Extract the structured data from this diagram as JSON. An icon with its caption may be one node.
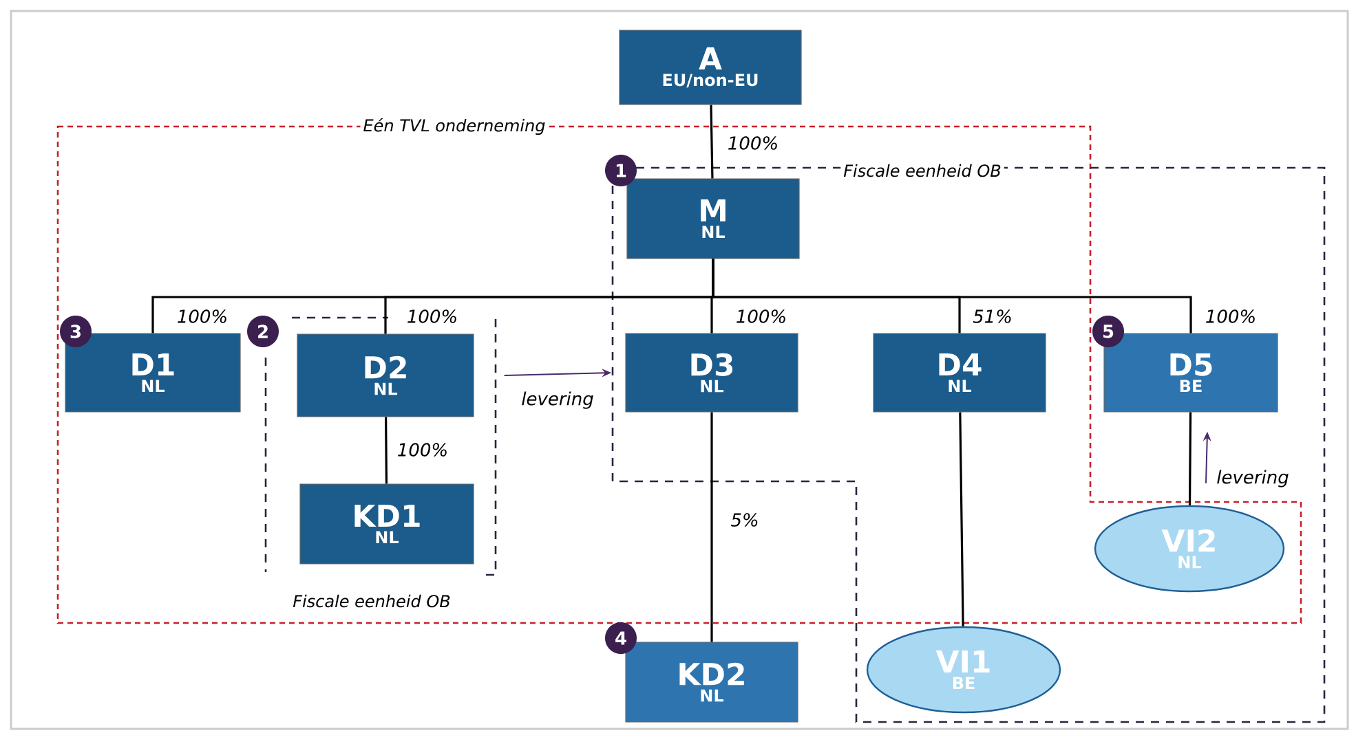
{
  "diagram": {
    "nodes": [
      {
        "text": [
          "A",
          "EU/non-EU"
        ]
      },
      {
        "text": [
          "M",
          "NL"
        ]
      },
      {
        "text": [
          "D1",
          "NL"
        ]
      },
      {
        "text": [
          "D2",
          "NL"
        ]
      },
      {
        "text": [
          "D3",
          "NL"
        ]
      },
      {
        "text": [
          "D4",
          "NL"
        ]
      },
      {
        "text": [
          "D5",
          "BE"
        ]
      },
      {
        "text": [
          "KD1",
          "NL"
        ]
      },
      {
        "text": [
          "KD2",
          "NL"
        ]
      },
      {
        "text": [
          "VI1",
          "BE"
        ]
      },
      {
        "text": [
          "VI2",
          "NL"
        ]
      },
      {
        "text": [
          "1"
        ]
      },
      {
        "text": [
          "3"
        ]
      },
      {
        "text": [
          "2"
        ]
      },
      {
        "text": [
          "5"
        ]
      },
      {
        "text": [
          "4"
        ]
      }
    ],
    "edges": [
      {
        "from": 0,
        "to": 1,
        "arrow": "none",
        "label": "100%"
      },
      {
        "from": 1,
        "to": 2,
        "arrow": "none",
        "label": "100%"
      },
      {
        "from": 1,
        "to": 3,
        "arrow": "none",
        "label": "100%"
      },
      {
        "from": 1,
        "to": 4,
        "arrow": "none",
        "label": "100%"
      },
      {
        "from": 1,
        "to": 5,
        "arrow": "none",
        "label": "51%"
      },
      {
        "from": 1,
        "to": 6,
        "arrow": "none",
        "label": "100%"
      },
      {
        "from": 3,
        "to": 7,
        "arrow": "none",
        "label": "100%"
      },
      {
        "from": 4,
        "to": 8,
        "arrow": "none",
        "label": "5%"
      },
      {
        "from": 5,
        "to": 9,
        "arrow": "none"
      },
      {
        "from": 6,
        "to": 10,
        "arrow": "none"
      },
      {
        "from": 3,
        "to": 4,
        "arrow": "to",
        "label": "levering",
        "color": "#4b2a6b"
      },
      {
        "from": 10,
        "to": 6,
        "arrow": "to",
        "label": "levering",
        "color": "#4b2a6b"
      }
    ],
    "labels": [
      "Eén TVL onderneming",
      "Fiscale eenheid OB",
      "Fiscale eenheid OB"
    ]
  }
}
